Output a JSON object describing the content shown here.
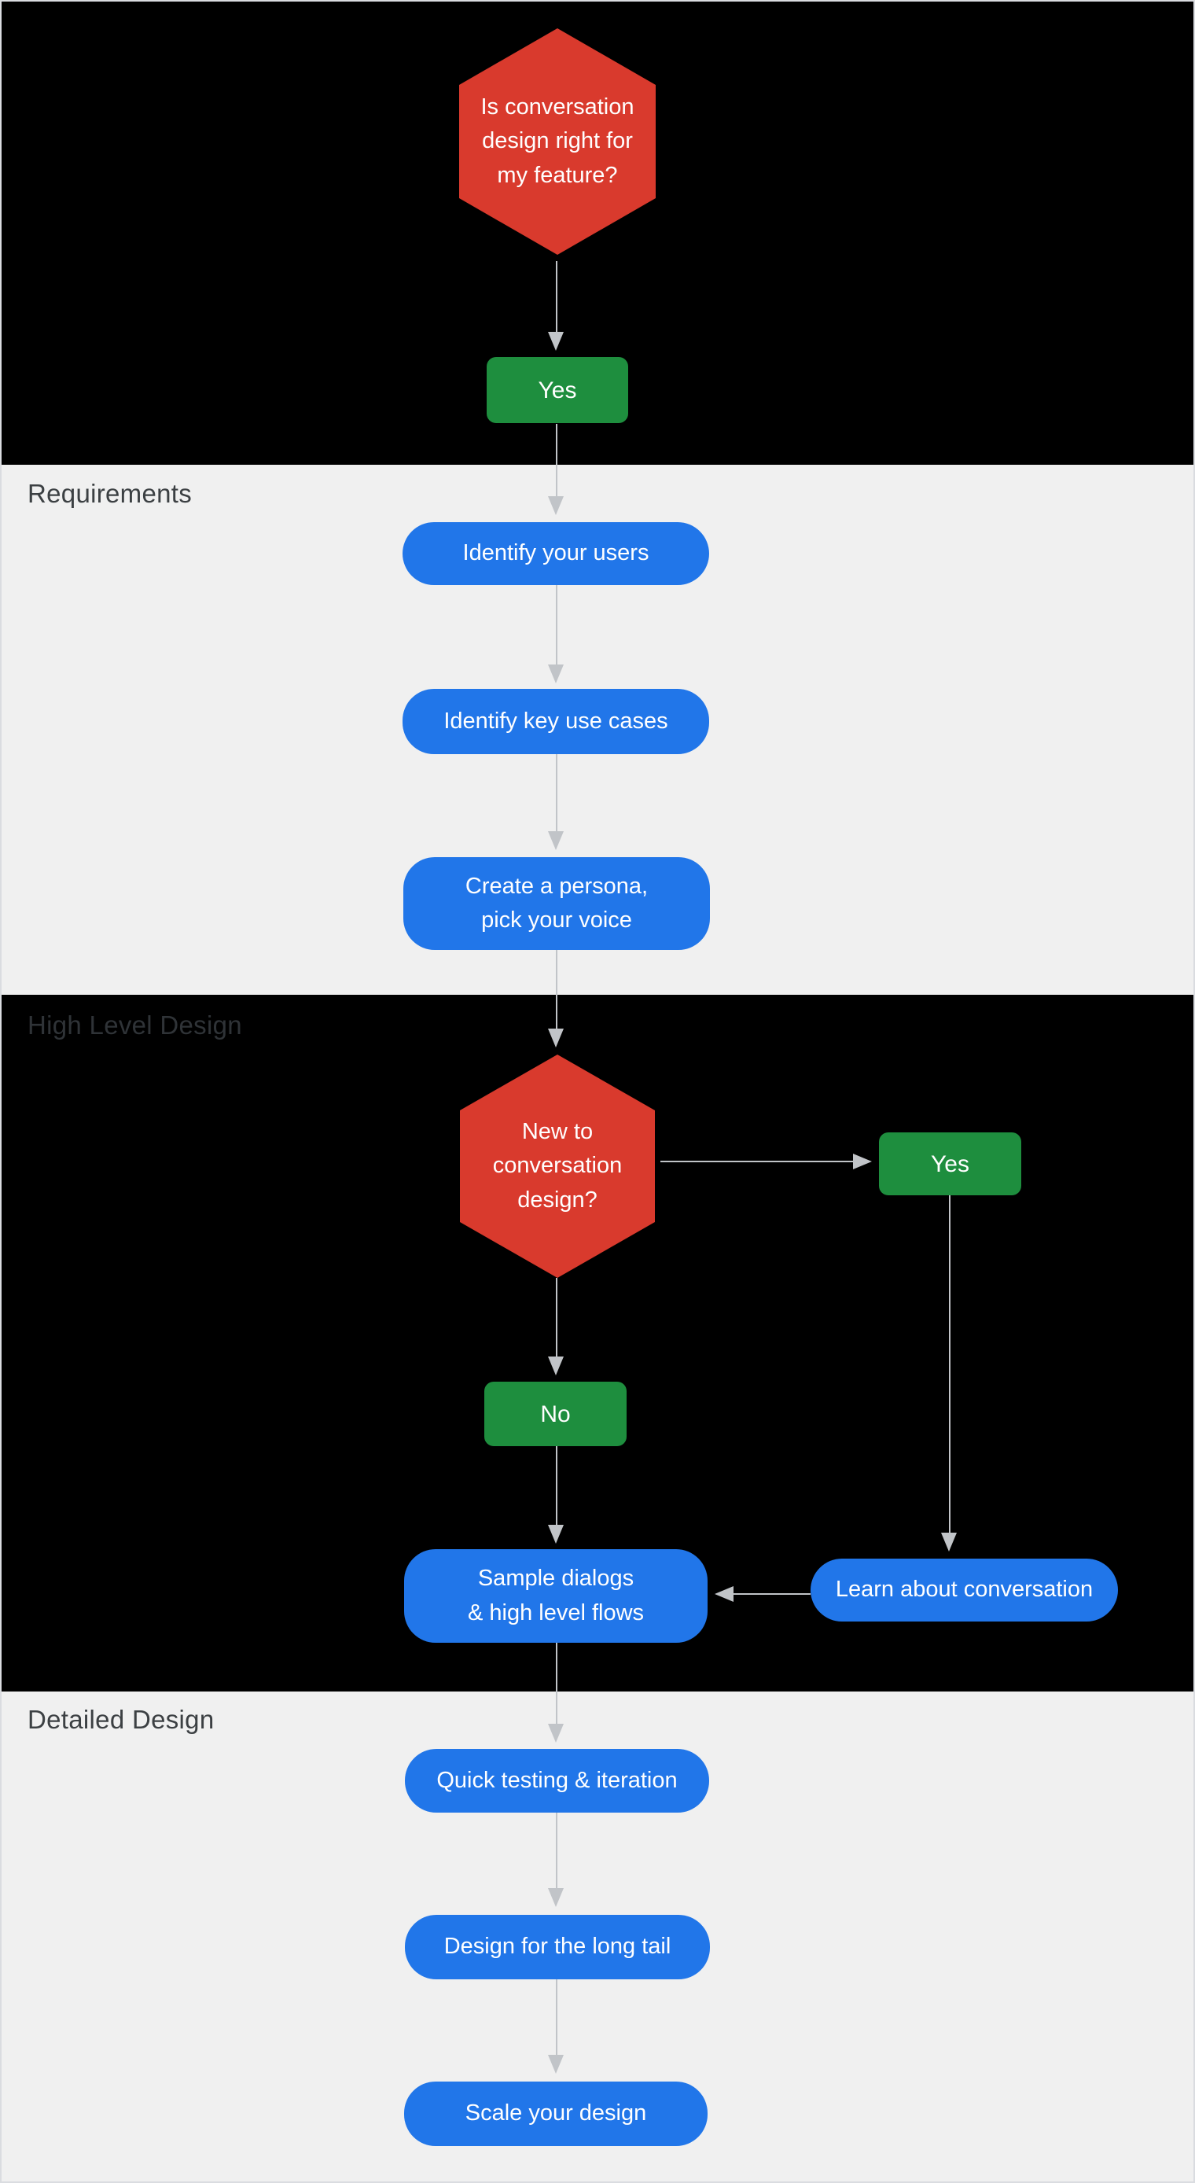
{
  "sections": {
    "requirements": {
      "label": "Requirements"
    },
    "high_level_design": {
      "label": "High Level Design"
    },
    "detailed_design": {
      "label": "Detailed Design"
    }
  },
  "nodes": {
    "q_right_for_feature": {
      "type": "decision",
      "label": "Is conversation\ndesign right for\nmy feature?"
    },
    "yes_top": {
      "type": "answer",
      "label": "Yes"
    },
    "identify_users": {
      "type": "step",
      "label": "Identify your users"
    },
    "identify_key_use_cases": {
      "type": "step",
      "label": "Identify key use cases"
    },
    "create_persona": {
      "type": "step",
      "label": "Create a persona,\npick your voice"
    },
    "q_new_to_design": {
      "type": "decision",
      "label": "New to\nconversation\ndesign?"
    },
    "yes_right": {
      "type": "answer",
      "label": "Yes"
    },
    "no_down": {
      "type": "answer",
      "label": "No"
    },
    "sample_dialogs": {
      "type": "step",
      "label": "Sample dialogs\n& high level flows"
    },
    "learn_about_conversation": {
      "type": "step",
      "label": "Learn about conversation"
    },
    "quick_testing": {
      "type": "step",
      "label": "Quick testing & iteration"
    },
    "design_long_tail": {
      "type": "step",
      "label": "Design for the long tail"
    },
    "scale_your_design": {
      "type": "step",
      "label": "Scale your design"
    }
  },
  "colors": {
    "decision_red": "#D93A2D",
    "answer_green": "#1E8E3E",
    "step_blue": "#2176E9",
    "connector_gray": "#C1C4C8",
    "section_dark": "#000000",
    "section_light": "#F0F0F0"
  }
}
